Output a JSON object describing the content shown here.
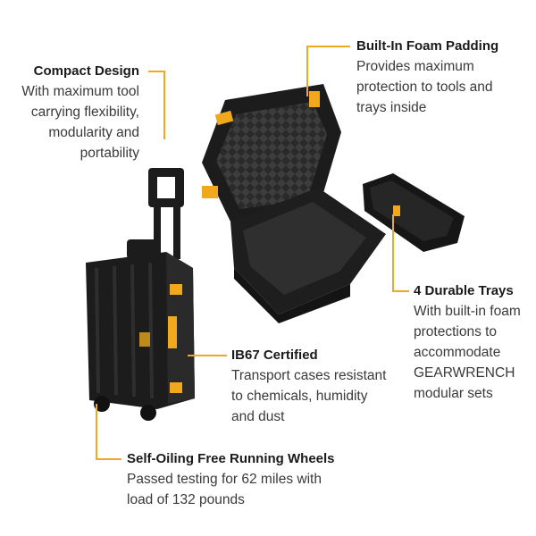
{
  "colors": {
    "accent": "#f2a81d",
    "case_body": "#1c1c1c",
    "text_dark": "#1a1a1a",
    "text_body": "#3a3a3a"
  },
  "features": {
    "compact_design": {
      "title": "Compact Design",
      "desc": "With maximum tool\ncarrying flexibility,\nmodularity and\nportability"
    },
    "foam_padding": {
      "title": "Built-In Foam Padding",
      "desc": "Provides maximum\nprotection to tools and\ntrays inside"
    },
    "durable_trays": {
      "title": "4 Durable Trays",
      "desc": "With built-in foam\nprotections to\naccommodate\nGEARWRENCH\nmodular sets"
    },
    "ib67": {
      "title": "IB67 Certified",
      "desc": "Transport cases resistant\nto chemicals, humidity\nand dust"
    },
    "wheels": {
      "title": "Self-Oiling Free Running Wheels",
      "desc": "Passed testing for 62 miles with\nload of 132 pounds"
    }
  },
  "icons": {
    "callout_marker": "orange-leader-line"
  }
}
